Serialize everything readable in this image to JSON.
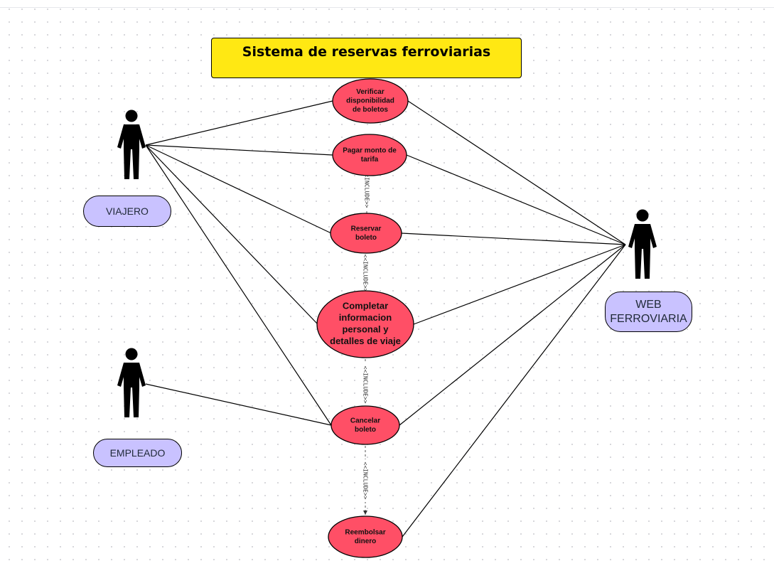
{
  "diagram": {
    "title": "Sistema de reservas ferroviarias",
    "actors": [
      {
        "id": "viajero",
        "label": "VIAJERO"
      },
      {
        "id": "empleado",
        "label": "EMPLEADO"
      },
      {
        "id": "web",
        "label": "WEB FERROVIARIA"
      }
    ],
    "use_cases": [
      {
        "id": "verificar",
        "lines": [
          "Verificar",
          "disponibilidad",
          "de  boletos"
        ]
      },
      {
        "id": "pagar",
        "lines": [
          "Pagar monto de",
          "tarifa"
        ]
      },
      {
        "id": "reservar",
        "lines": [
          "Reservar",
          "boleto"
        ]
      },
      {
        "id": "completar",
        "lines": [
          "Completar",
          "informacion",
          "personal y",
          "detalles de viaje"
        ]
      },
      {
        "id": "cancelar",
        "lines": [
          "Cancelar",
          "boleto"
        ]
      },
      {
        "id": "reembolsar",
        "lines": [
          "Reembolsar",
          "dinero"
        ]
      }
    ],
    "include_labels": [
      "<<INCLUDE>>",
      "<<INCLUDE>>",
      "<<INCLUDE>>",
      "<<INCLUDE>>"
    ],
    "colors": {
      "use_case_fill": "#ff4f66",
      "actor_label_fill": "#c9c2ff",
      "title_fill": "#ffe813",
      "line": "#000000"
    }
  }
}
